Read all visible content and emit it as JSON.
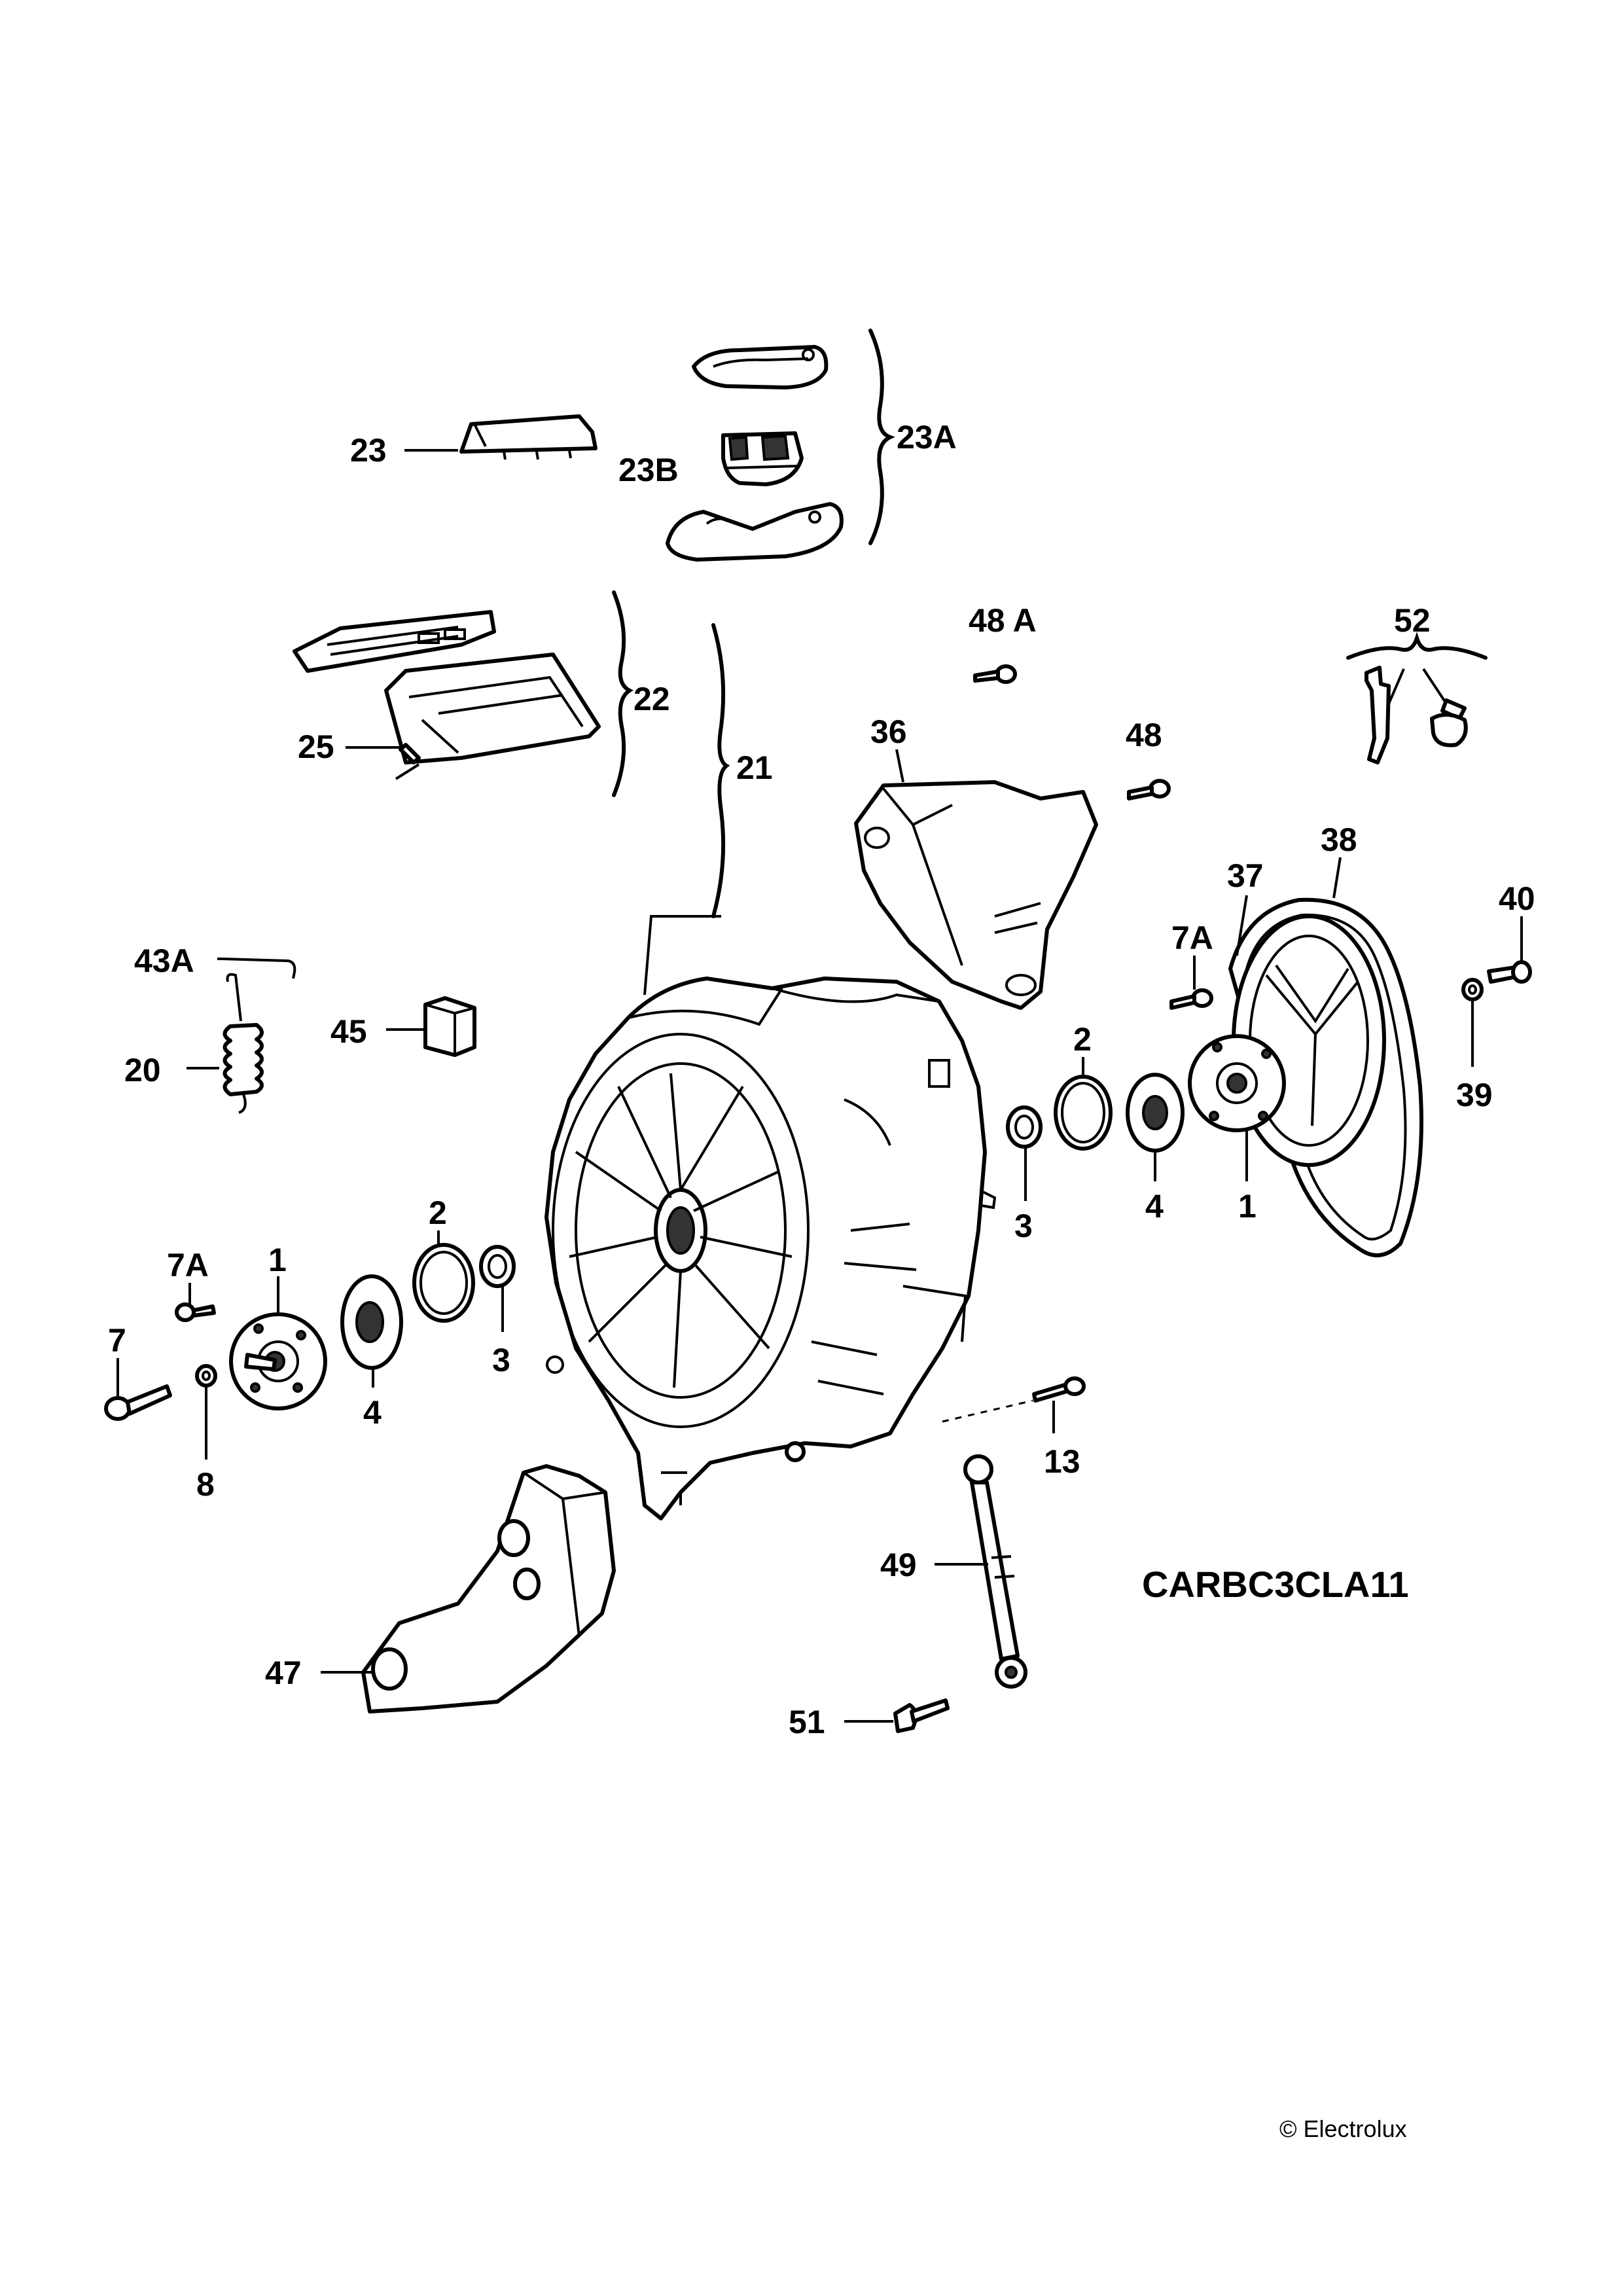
{
  "diagram": {
    "code": "CARBC3CLA11",
    "copyright": "© Electrolux"
  },
  "callouts": {
    "c23": "23",
    "c23A": "23A",
    "c23B": "23B",
    "c22": "22",
    "c21": "21",
    "c25": "25",
    "c48A": "48 A",
    "c52": "52",
    "c36": "36",
    "c48": "48",
    "c37": "37",
    "c38": "38",
    "c40": "40",
    "c7A_right": "7A",
    "c39": "39",
    "c43A": "43A",
    "c45": "45",
    "c20": "20",
    "c2_right": "2",
    "c4_right": "4",
    "c1_right": "1",
    "c3_right": "3",
    "c2_left": "2",
    "c3_left": "3",
    "c7A_left": "7A",
    "c1_left": "1",
    "c7": "7",
    "c4_left": "4",
    "c8": "8",
    "c13": "13",
    "c49": "49",
    "c47": "47",
    "c51": "51"
  }
}
